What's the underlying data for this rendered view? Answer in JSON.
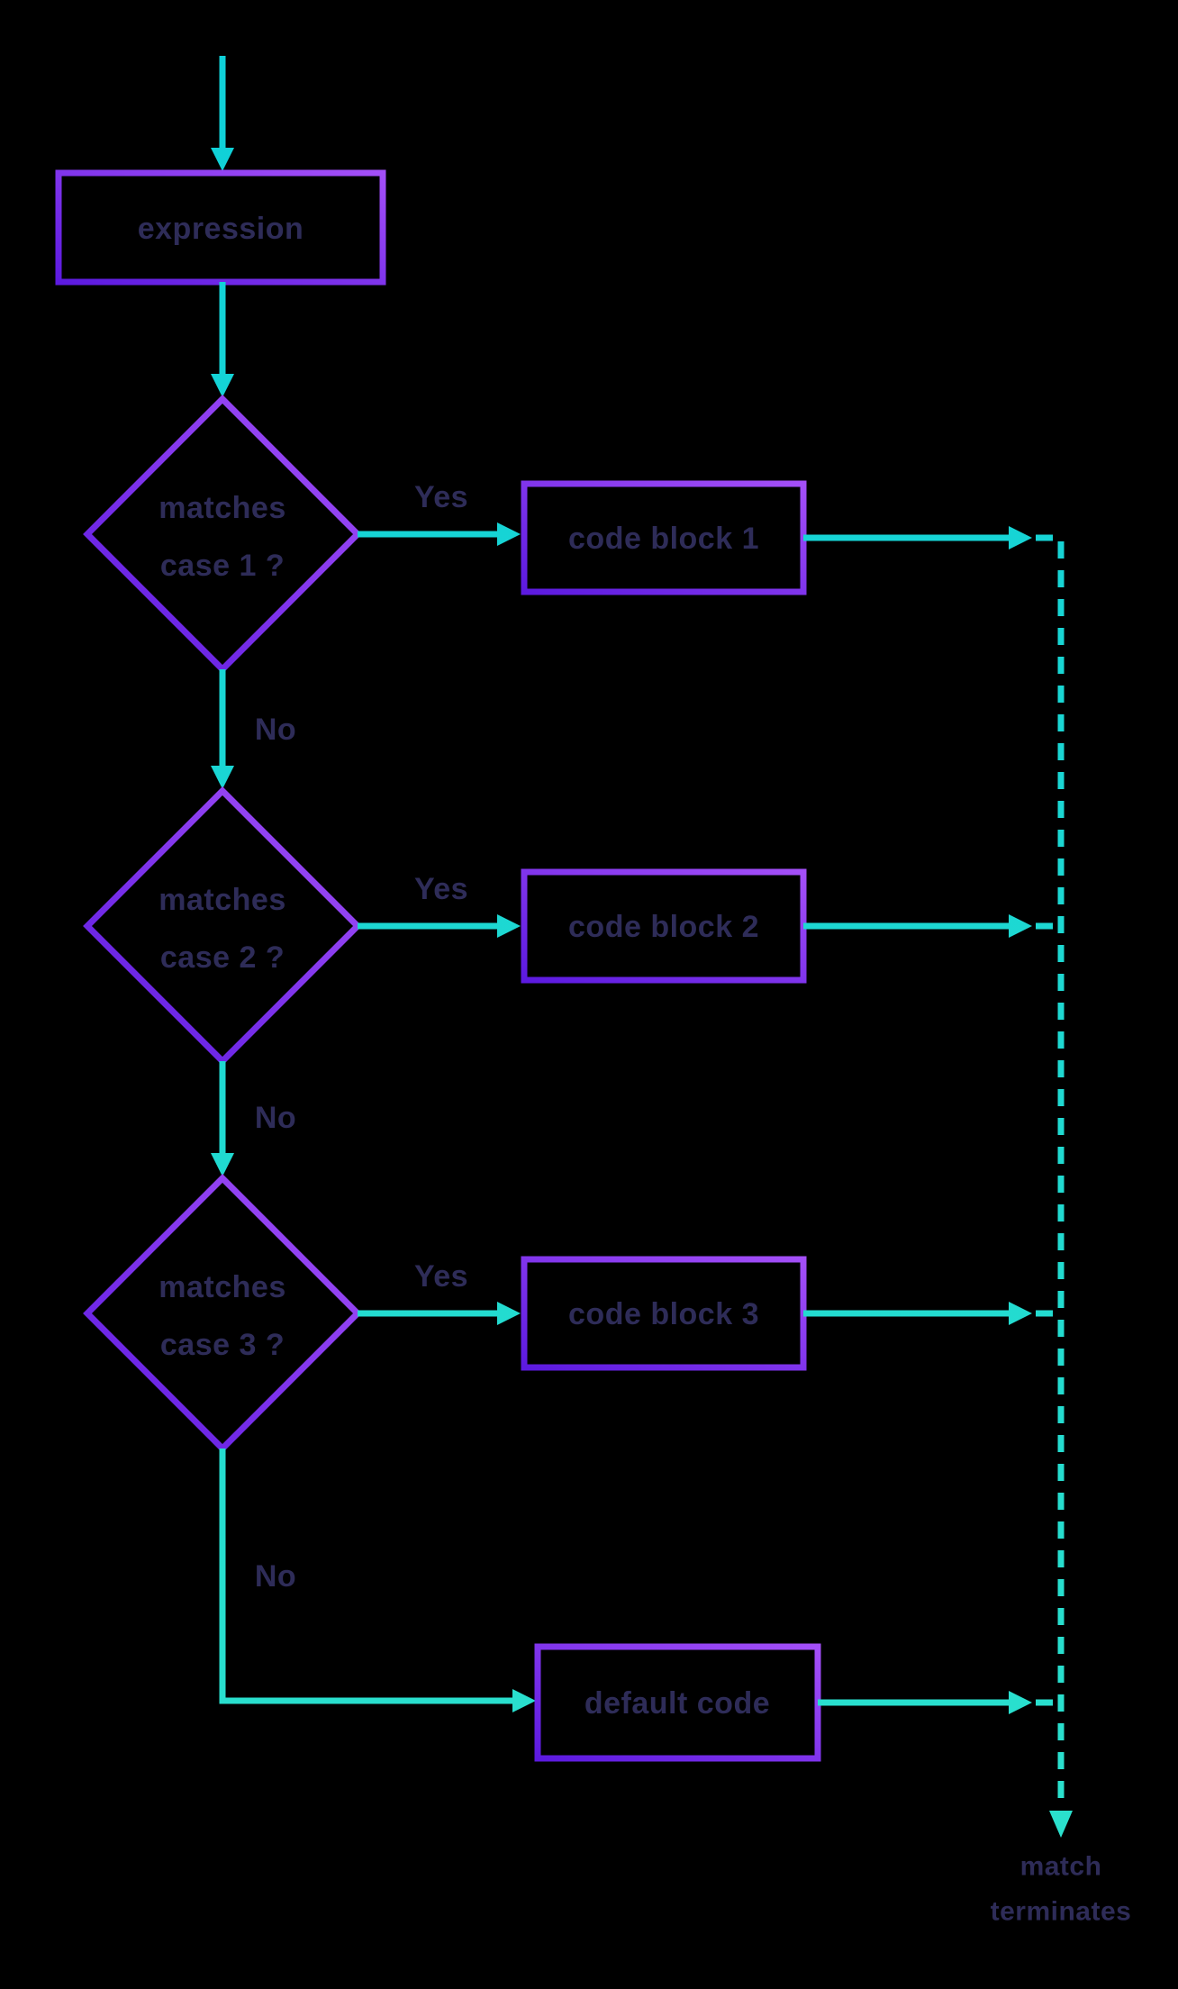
{
  "colors": {
    "background": "#000000",
    "purple_dark": "#5c1ae0",
    "purple_light": "#a44ff8",
    "cyan_top": "#0fd0d8",
    "cyan_bottom": "#2be0cd",
    "text": "#2e2c58"
  },
  "nodes": {
    "expression": {
      "label": "expression"
    },
    "case1": {
      "line1": "matches",
      "line2": "case 1 ?"
    },
    "case2": {
      "line1": "matches",
      "line2": "case 2 ?"
    },
    "case3": {
      "line1": "matches",
      "line2": "case 3 ?"
    },
    "block1": {
      "label": "code block 1"
    },
    "block2": {
      "label": "code block 2"
    },
    "block3": {
      "label": "code block 3"
    },
    "default_block": {
      "label": "default code"
    }
  },
  "edges": {
    "yes1": {
      "label": "Yes"
    },
    "yes2": {
      "label": "Yes"
    },
    "yes3": {
      "label": "Yes"
    },
    "no1": {
      "label": "No"
    },
    "no2": {
      "label": "No"
    },
    "no3": {
      "label": "No"
    }
  },
  "terminal": {
    "line1": "match",
    "line2": "terminates"
  }
}
